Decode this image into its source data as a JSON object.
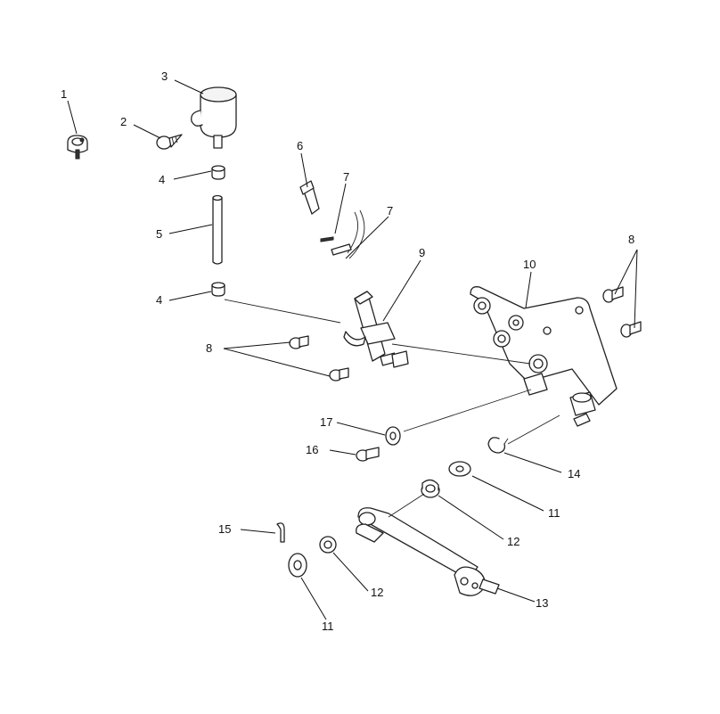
{
  "callouts": {
    "c1": "1",
    "c2": "2",
    "c3": "3",
    "c4a": "4",
    "c4b": "4",
    "c5": "5",
    "c6": "6",
    "c7a": "7",
    "c7b": "7",
    "c8a": "8",
    "c8b": "8",
    "c9": "9",
    "c10": "10",
    "c11a": "11",
    "c11b": "11",
    "c12a": "12",
    "c12b": "12",
    "c13": "13",
    "c14": "14",
    "c15": "15",
    "c16": "16",
    "c17": "17"
  }
}
